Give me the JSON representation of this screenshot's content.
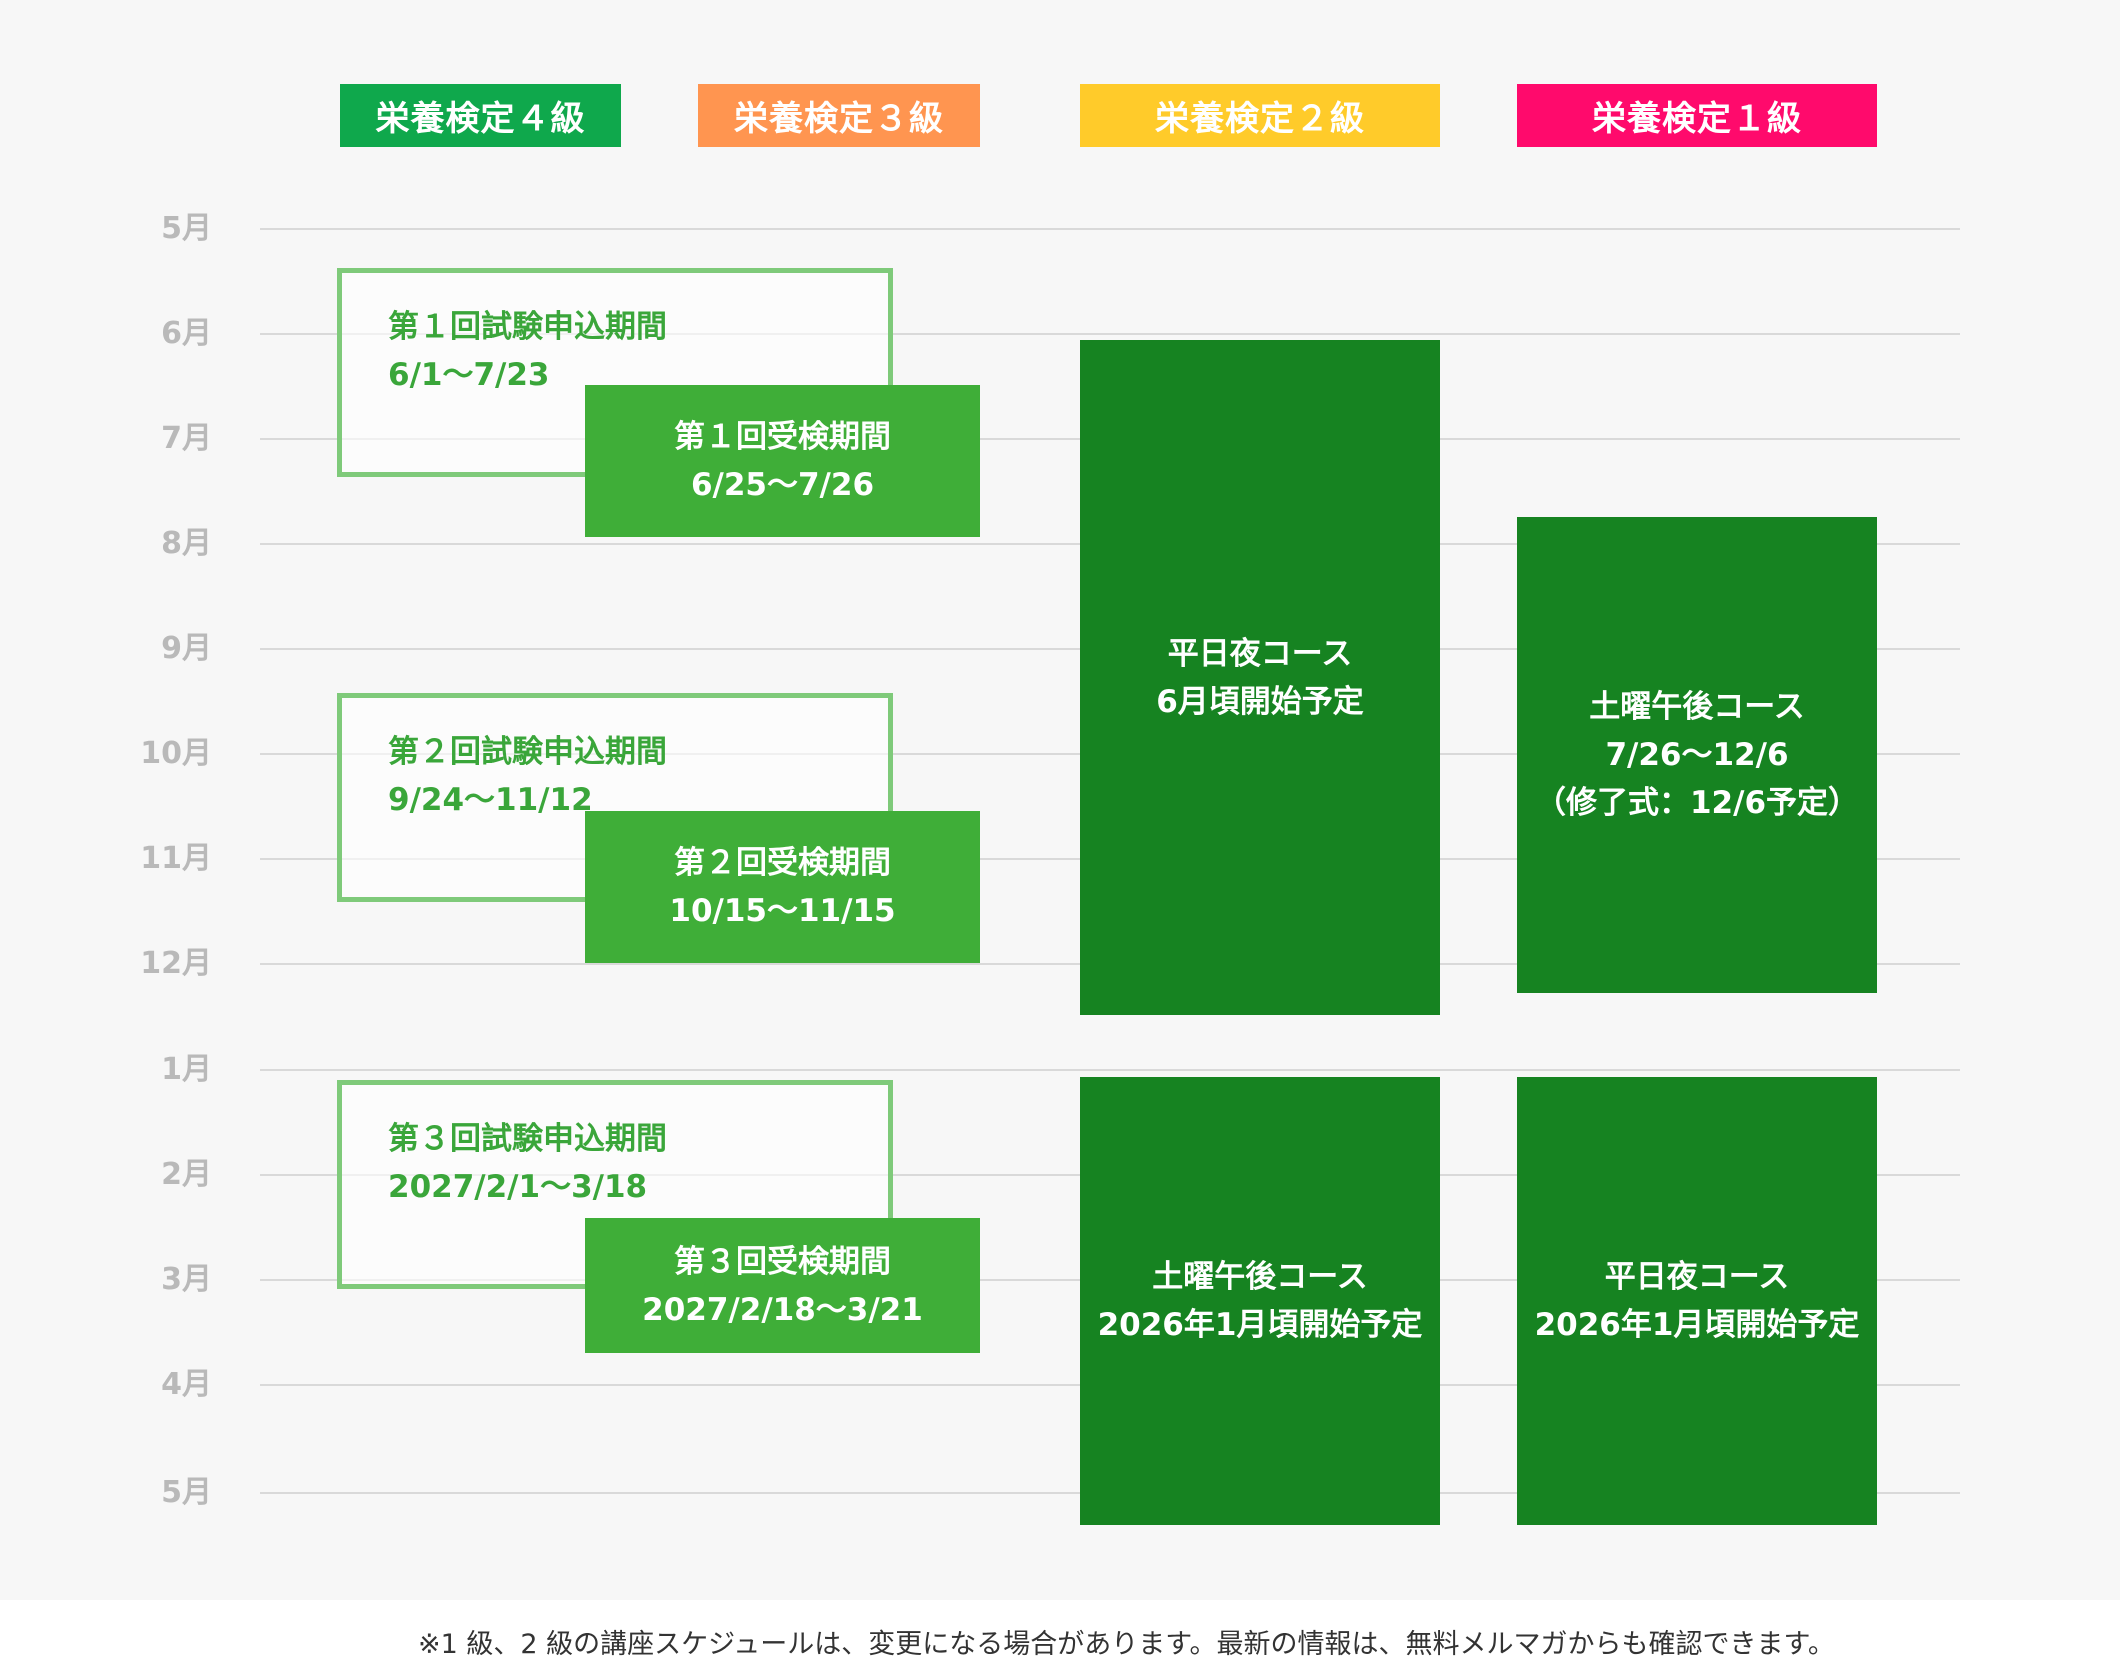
{
  "headers": [
    {
      "label": "栄養検定４級",
      "color": "#0fa84c"
    },
    {
      "label": "栄養検定３級",
      "color": "#ff9550"
    },
    {
      "label": "栄養検定２級",
      "color": "#ffcb2a"
    },
    {
      "label": "栄養検定１級",
      "color": "#ff0a6c"
    }
  ],
  "months": [
    "5月",
    "6月",
    "7月",
    "8月",
    "9月",
    "10月",
    "11月",
    "12月",
    "1月",
    "2月",
    "3月",
    "4月",
    "5月"
  ],
  "grade4": {
    "rounds": [
      {
        "apply_title": "第１回試験申込期間",
        "apply_dates": "6/1〜7/23",
        "exam_title": "第１回受検期間",
        "exam_dates": "6/25〜7/26"
      },
      {
        "apply_title": "第２回試験申込期間",
        "apply_dates": "9/24〜11/12",
        "exam_title": "第２回受検期間",
        "exam_dates": "10/15〜11/15"
      },
      {
        "apply_title": "第３回試験申込期間",
        "apply_dates": "2027/2/1〜3/18",
        "exam_title": "第３回受検期間",
        "exam_dates": "2027/2/18〜3/21"
      }
    ]
  },
  "grade2": {
    "courses": [
      {
        "line1": "平日夜コース",
        "line2": "6月頃開始予定"
      },
      {
        "line1": "土曜午後コース",
        "line2": "2026年1月頃開始予定"
      }
    ]
  },
  "grade1": {
    "courses": [
      {
        "line1": "土曜午後コース",
        "line2": "7/26〜12/6",
        "line3": "（修了式：12/6予定）"
      },
      {
        "line1": "平日夜コース",
        "line2": "2026年1月頃開始予定"
      }
    ]
  },
  "colors": {
    "course_fill": "#168321",
    "exam_fill": "#3fae38",
    "apply_border": "#7fca7a",
    "apply_text": "#3aa63a",
    "month_text": "#b9b9b9",
    "gridline": "#d9d9d9"
  },
  "footnote": "※1 級、2 級の講座スケジュールは、変更になる場合があります。最新の情報は、無料メルマガからも確認できます。"
}
